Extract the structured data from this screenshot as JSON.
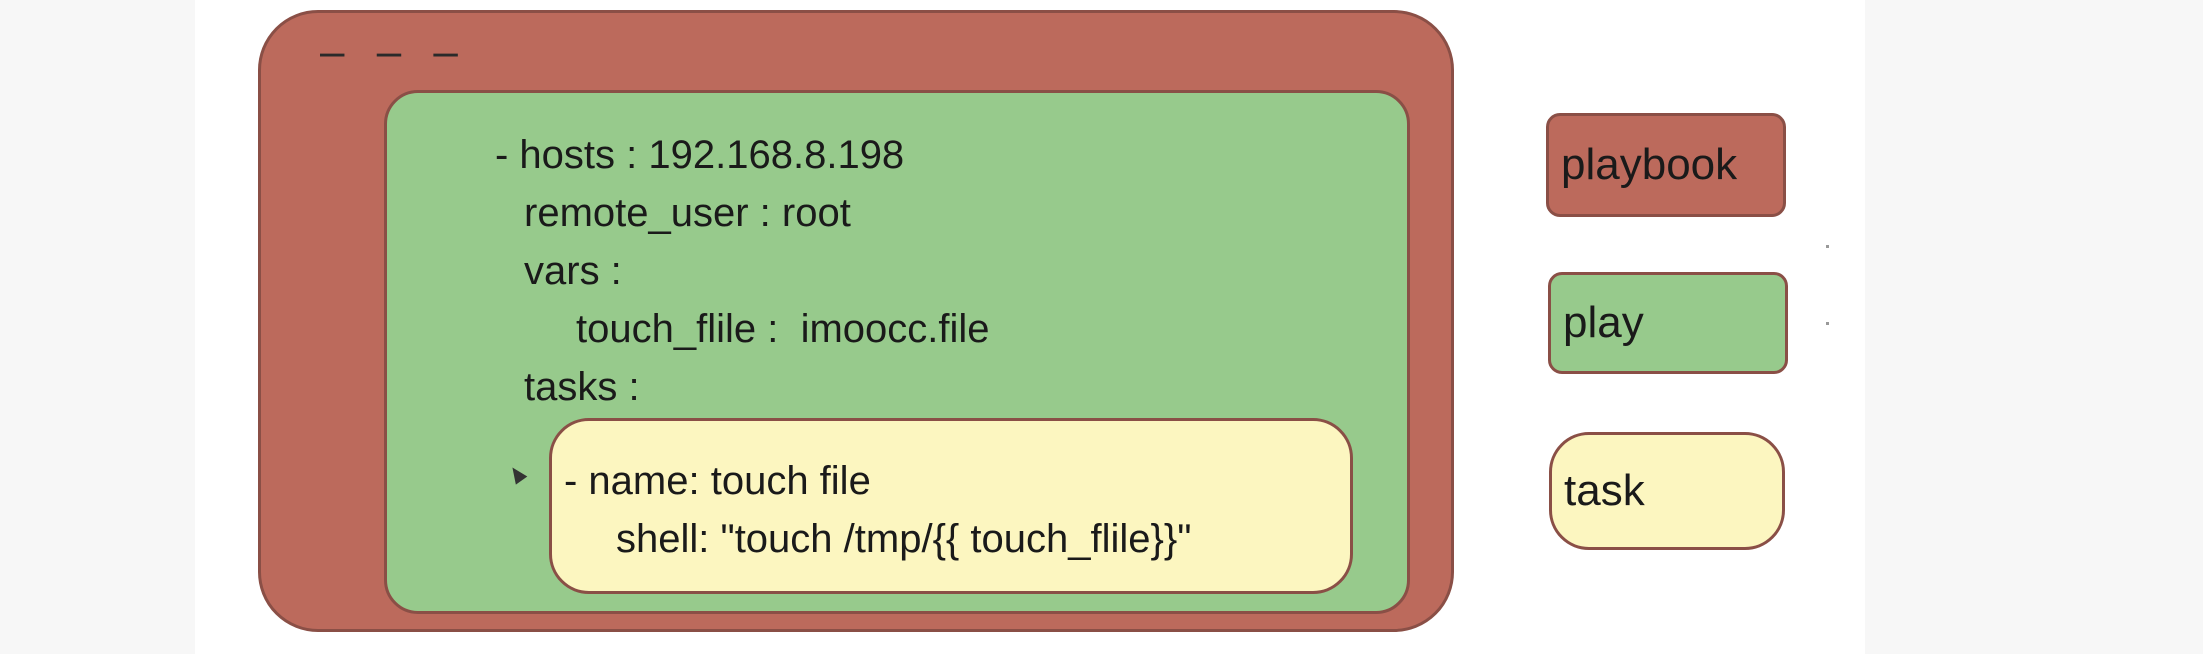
{
  "diagram": {
    "doc_start": "– – –",
    "play_lines": [
      "- hosts : 192.168.8.198",
      "remote_user : root",
      "vars :",
      "touch_flile :  imoocc.file",
      "tasks :"
    ],
    "task_lines": [
      "- name: touch file",
      "shell: \"touch /tmp/{{ touch_flile}}\""
    ]
  },
  "legend": {
    "playbook": "playbook",
    "play": "play",
    "task": "task"
  },
  "colors": {
    "playbook": "#bc6a5c",
    "play": "#97ca8c",
    "task": "#fcf6c0",
    "border": "#8a4f46"
  }
}
